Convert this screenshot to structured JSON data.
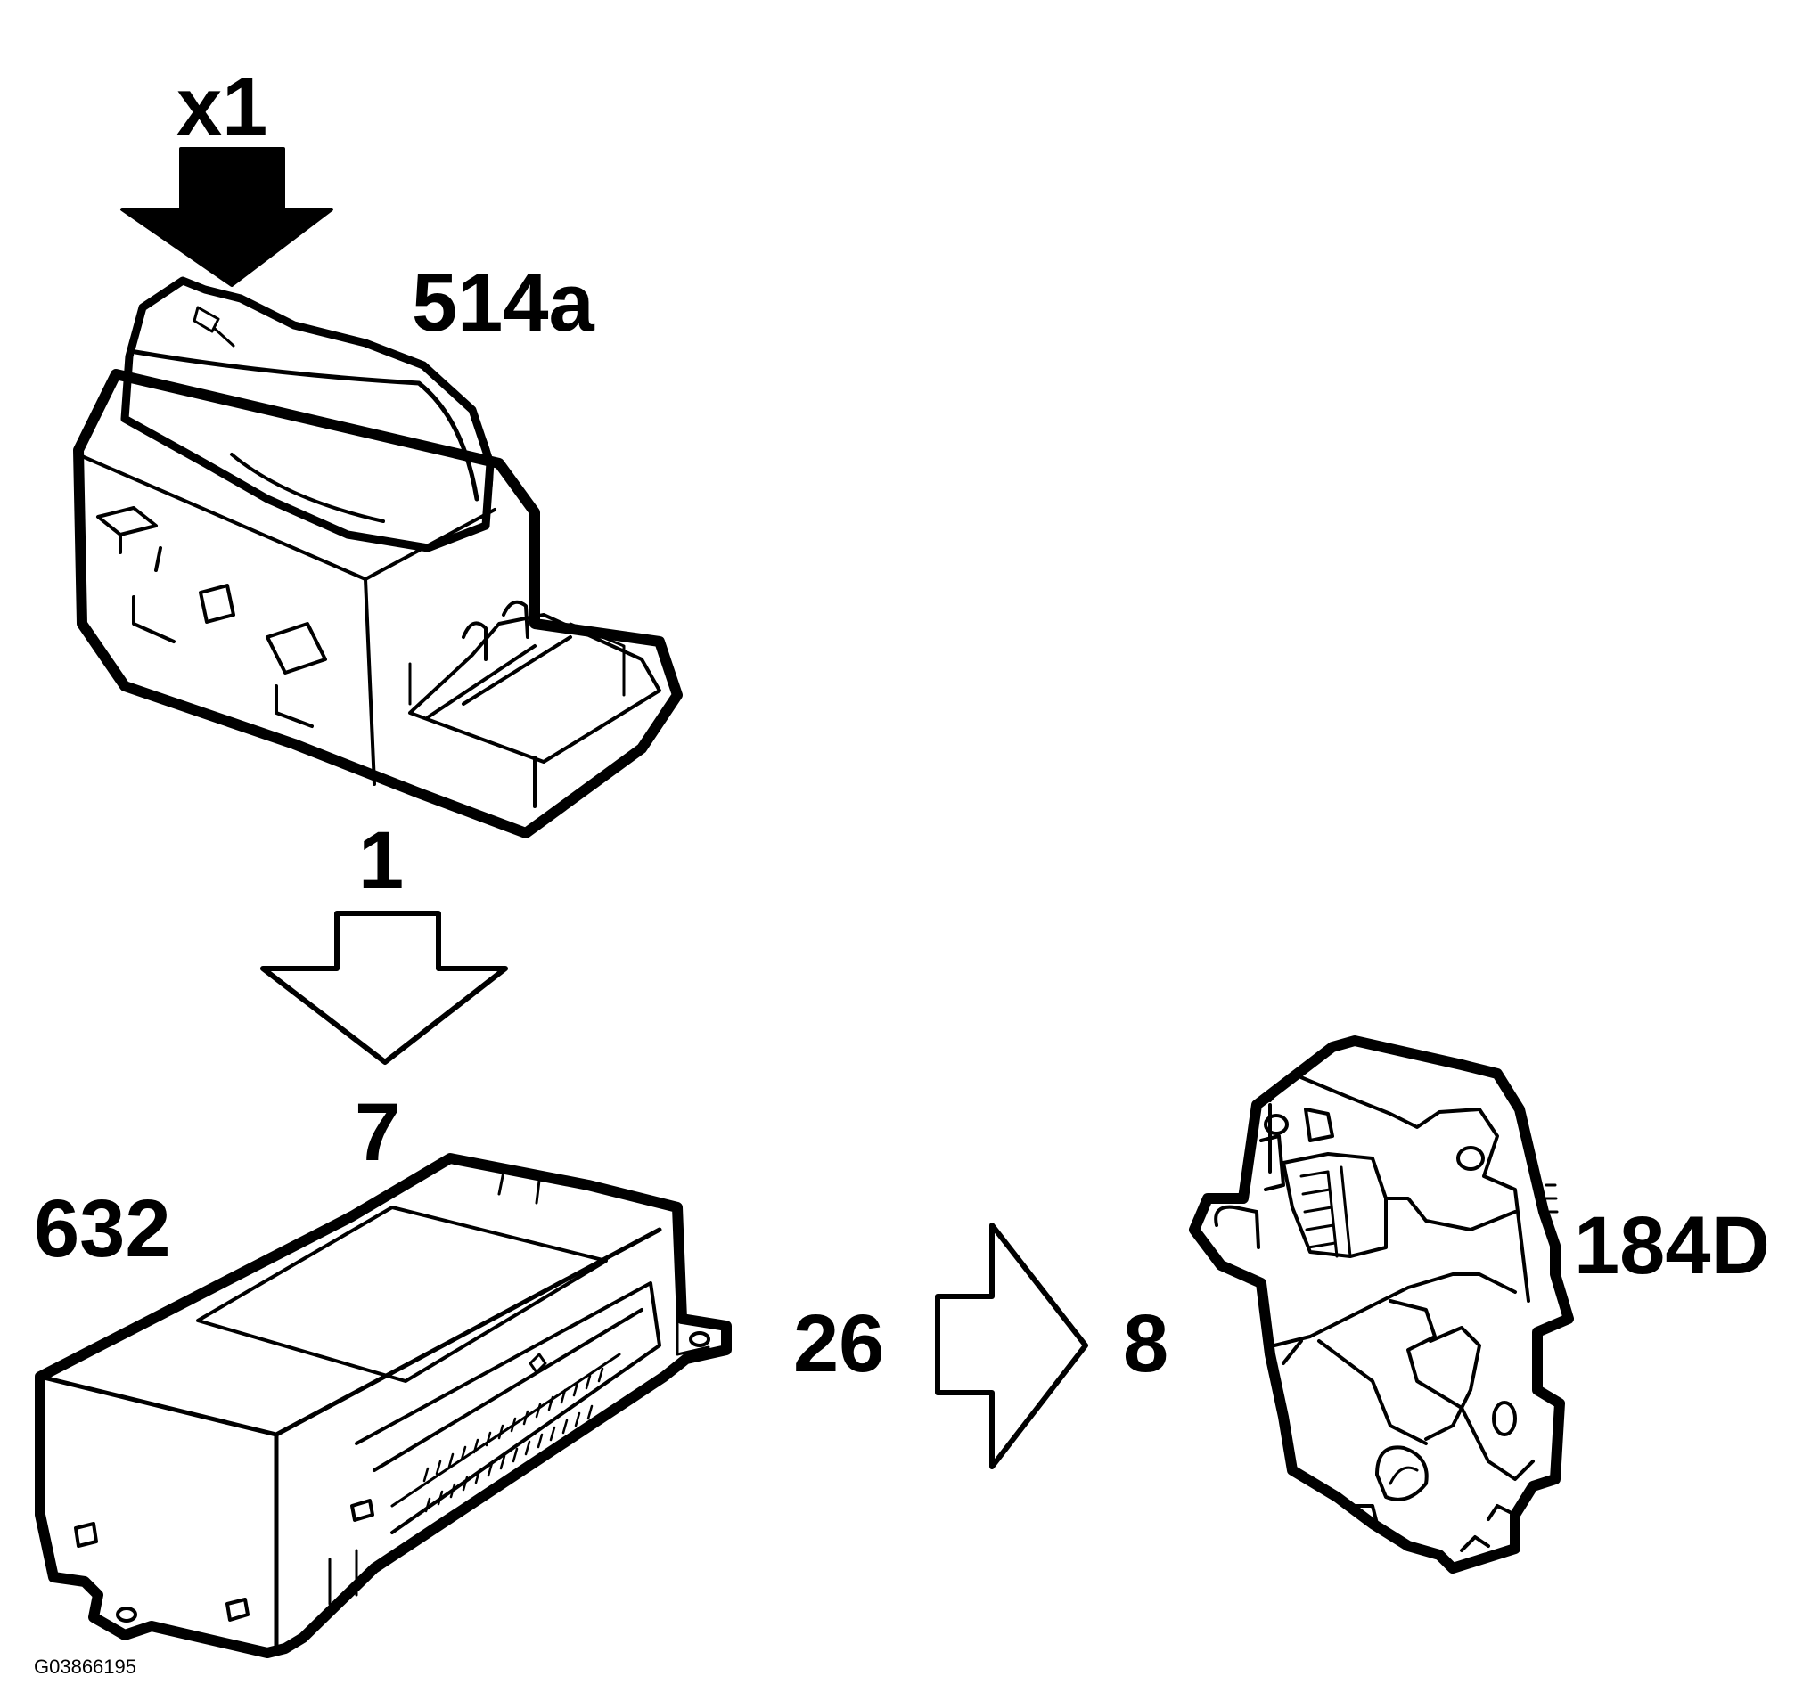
{
  "diagram": {
    "press_label": "x1",
    "components": {
      "switch": {
        "label": "514a"
      },
      "control_module": {
        "label": "632"
      },
      "lock_unit": {
        "label": "184D"
      }
    },
    "pins": {
      "switch_out": "1",
      "module_in": "7",
      "module_out": "26",
      "lock_in": "8"
    },
    "figure_id": "G03866195"
  },
  "style": {
    "ink": "#000000",
    "paper": "#ffffff"
  }
}
